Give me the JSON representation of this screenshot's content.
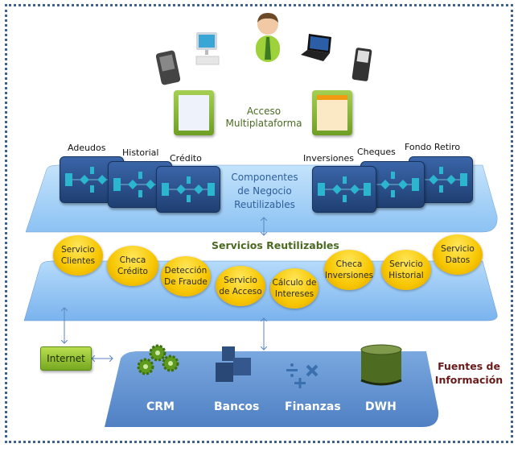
{
  "access": {
    "title_line1": "Acceso",
    "title_line2": "Multiplataforma",
    "devices": [
      "pda-icon",
      "desktop-icon",
      "user-icon",
      "laptop-icon",
      "mobile-phone-icon"
    ]
  },
  "components": {
    "title_line1": "Componentes",
    "title_line2": "de Negocio",
    "title_line3": "Reutilizables",
    "items": [
      "Adeudos",
      "Historial",
      "Crédito",
      "Inversiones",
      "Cheques",
      "Fondo Retiro"
    ]
  },
  "services": {
    "title": "Servicios Reutilizables",
    "items": [
      {
        "line1": "Servicio",
        "line2": "Clientes"
      },
      {
        "line1": "Checa",
        "line2": "Crédito"
      },
      {
        "line1": "Detección",
        "line2": "De Fraude"
      },
      {
        "line1": "Servicio",
        "line2": "de Acceso"
      },
      {
        "line1": "Cálculo de",
        "line2": "Intereses"
      },
      {
        "line1": "Checa",
        "line2": "Inversiones"
      },
      {
        "line1": "Servicio",
        "line2": "Historial"
      },
      {
        "line1": "Servicio",
        "line2": "Datos"
      }
    ]
  },
  "sources": {
    "title_line1": "Fuentes de",
    "title_line2": "Información",
    "items": [
      "CRM",
      "Bancos",
      "Finanzas",
      "DWH"
    ]
  },
  "internet": {
    "label": "Internet"
  },
  "colors": {
    "border": "#3e6190",
    "band_light": "#a9d3f7",
    "band_dark": "#5b8fd0",
    "oval": "#f7c600",
    "green": "#76a821",
    "fuentes": "#6a1a1a"
  }
}
